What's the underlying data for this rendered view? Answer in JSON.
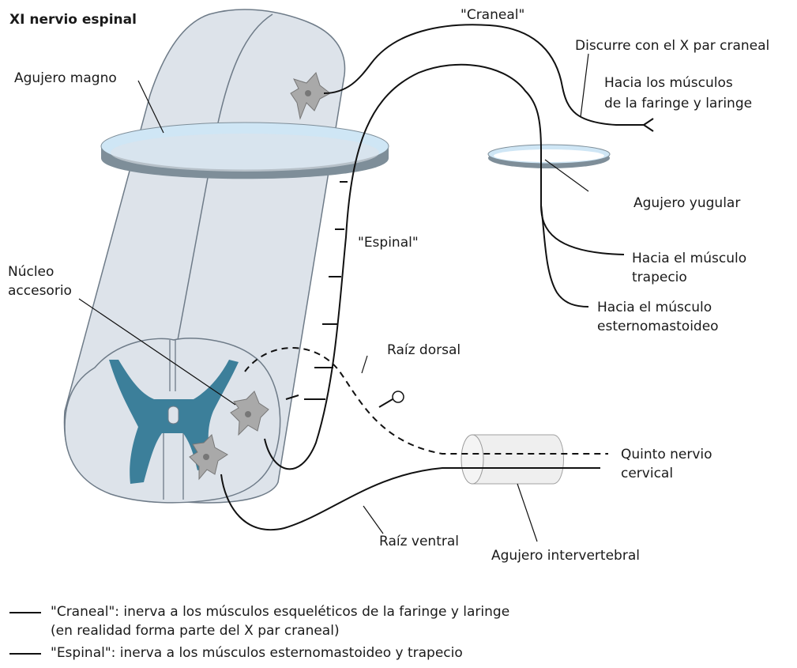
{
  "labels": {
    "title": "XI nervio espinal",
    "agujero_magno": "Agujero magno",
    "craneal": "\"Craneal\"",
    "discurre": "Discurre con el X par craneal",
    "faringe_1": "Hacia los músculos",
    "faringe_2": "de la faringe y laringe",
    "yugular": "Agujero yugular",
    "espinal": "\"Espinal\"",
    "nucleo_1": "Núcleo",
    "nucleo_2": "accesorio",
    "trapecio_1": "Hacia el músculo",
    "trapecio_2": "trapecio",
    "esterno_1": "Hacia el músculo",
    "esterno_2": "esternomastoideo",
    "raiz_dorsal": "Raíz dorsal",
    "quinto_1": "Quinto nervio",
    "quinto_2": "cervical",
    "raiz_ventral": "Raíz ventral",
    "intervertebral": "Agujero intervertebral"
  },
  "legend": [
    {
      "line1": "\"Craneal\": inerva a los músculos esqueléticos de la faringe y laringe",
      "line2": "(en realidad forma parte del X par craneal)"
    },
    {
      "line1": "\"Espinal\": inerva a los músculos esternomastoideo y trapecio",
      "line2": ""
    }
  ],
  "colors": {
    "cord_fill": "#dde3ea",
    "cord_stroke": "#6e7b88",
    "gray_matter": "#3c7f9a",
    "ring_top": "#cfe6f5",
    "ring_bottom": "#7e8e99",
    "neuron": "#a9a9a9"
  }
}
